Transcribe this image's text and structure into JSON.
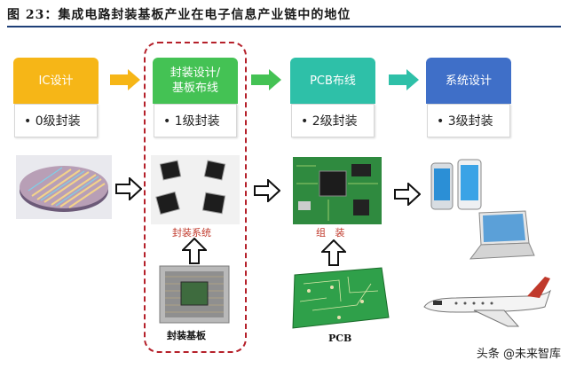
{
  "title": "图 23：集成电路封装基板产业在电子信息产业链中的地位",
  "stages": [
    {
      "head": "IC设计",
      "sub": "• 0级封装",
      "color": "#f6b617"
    },
    {
      "head": "封装设计/\n基板布线",
      "sub": "• 1级封装",
      "color": "#44c254"
    },
    {
      "head": "PCB布线",
      "sub": "• 2级封装",
      "color": "#2ec0a8"
    },
    {
      "head": "系统设计",
      "sub": "• 3级封装",
      "color": "#3f6fc8"
    }
  ],
  "arrow_colors": [
    "#f6b617",
    "#44c254",
    "#2ec0a8"
  ],
  "captions": {
    "packaging": "封装系统",
    "assembly": "组   装",
    "substrate": "封装基板",
    "pcb": "PCB"
  },
  "watermark": "头条 @未来智库"
}
